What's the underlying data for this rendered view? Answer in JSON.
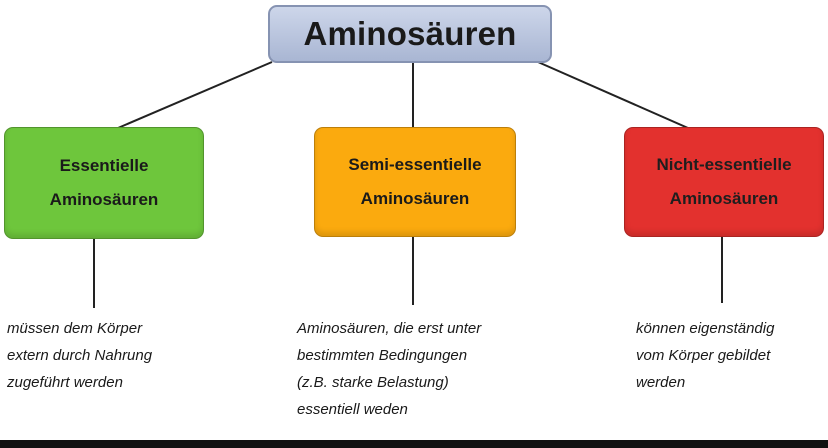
{
  "root": {
    "label": "Aminosäuren"
  },
  "categories": [
    {
      "lines": [
        "Essentielle",
        "Aminosäuren"
      ],
      "color": "#6ec63c",
      "description": [
        "müssen dem Körper",
        "extern durch Nahrung",
        "zugeführt werden"
      ]
    },
    {
      "lines": [
        "Semi-essentielle",
        "Aminosäuren"
      ],
      "color": "#fbaa0e",
      "description": [
        "Aminosäuren, die erst unter",
        "bestimmten Bedingungen",
        "(z.B. starke Belastung)",
        "essentiell weden"
      ]
    },
    {
      "lines": [
        "Nicht-essentielle",
        "Aminosäuren"
      ],
      "color": "#e3312e",
      "description": [
        "können eigenständig",
        "vom Körper gebildet",
        "werden"
      ]
    }
  ],
  "colors": {
    "root_fill": "#b9c4de",
    "root_border": "#8693b2",
    "connector": "#222222"
  }
}
